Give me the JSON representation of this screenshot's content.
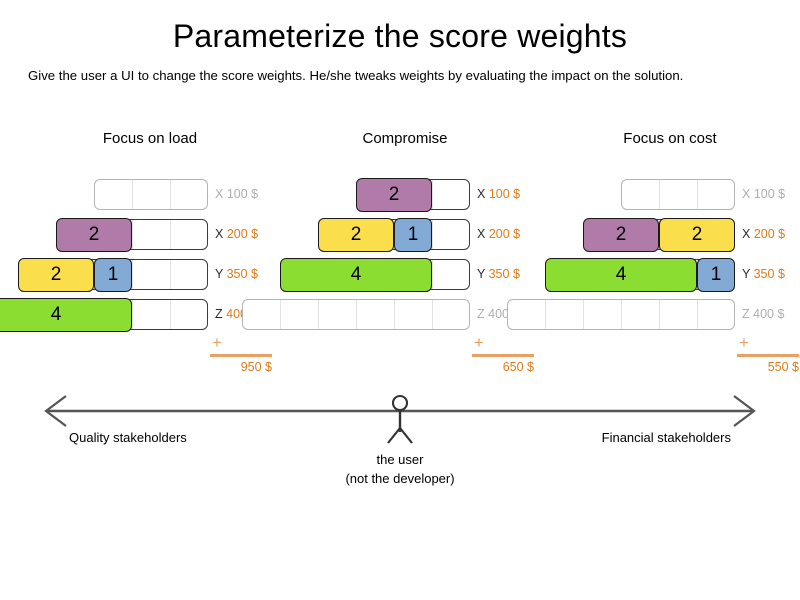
{
  "header": {
    "title": "Parameterize the score weights",
    "subtitle": "Give the user a UI to change the score weights. He/she tweaks weights by evaluating the impact on the solution."
  },
  "colors": {
    "purple": "#b07ba8",
    "yellow": "#fade4b",
    "green": "#8cdd32",
    "blue": "#82aad4",
    "orange_value": "#e07b18",
    "orange_rule": "#e8a063",
    "dim_text": "#aeaeae",
    "track_border": "#3b3b3b",
    "track_border_empty": "#b4b4b4"
  },
  "total_label": {
    "plus": "+"
  },
  "scenarios": [
    {
      "title": "Focus on load",
      "rows": [
        {
          "key": "X",
          "price": "100 $",
          "dim": true,
          "cells": 3,
          "segments": []
        },
        {
          "key": "X",
          "price": "200 $",
          "dim": false,
          "cells": 4,
          "segments": [
            {
              "value": "2",
              "units": 2,
              "color": "purple"
            }
          ]
        },
        {
          "key": "Y",
          "price": "350 $",
          "dim": false,
          "cells": 5,
          "segments": [
            {
              "value": "2",
              "units": 2,
              "color": "yellow"
            },
            {
              "value": "1",
              "units": 1,
              "color": "blue"
            }
          ]
        },
        {
          "key": "Z",
          "price": "400 $",
          "dim": false,
          "cells": 6,
          "segments": [
            {
              "value": "4",
              "units": 4,
              "color": "green"
            }
          ]
        }
      ],
      "total": "950 $"
    },
    {
      "title": "Compromise",
      "rows": [
        {
          "key": "X",
          "price": "100 $",
          "dim": false,
          "cells": 3,
          "segments": [
            {
              "value": "2",
              "units": 2,
              "color": "purple"
            }
          ]
        },
        {
          "key": "X",
          "price": "200 $",
          "dim": false,
          "cells": 4,
          "segments": [
            {
              "value": "2",
              "units": 2,
              "color": "yellow"
            },
            {
              "value": "1",
              "units": 1,
              "color": "blue"
            }
          ]
        },
        {
          "key": "Y",
          "price": "350 $",
          "dim": false,
          "cells": 5,
          "segments": [
            {
              "value": "4",
              "units": 4,
              "color": "green"
            }
          ]
        },
        {
          "key": "Z",
          "price": "400 $",
          "dim": true,
          "cells": 6,
          "segments": []
        }
      ],
      "total": "650 $"
    },
    {
      "title": "Focus on cost",
      "rows": [
        {
          "key": "X",
          "price": "100 $",
          "dim": true,
          "cells": 3,
          "segments": []
        },
        {
          "key": "X",
          "price": "200 $",
          "dim": false,
          "cells": 4,
          "segments": [
            {
              "value": "2",
              "units": 2,
              "color": "purple"
            },
            {
              "value": "2",
              "units": 2,
              "color": "yellow"
            }
          ]
        },
        {
          "key": "Y",
          "price": "350 $",
          "dim": false,
          "cells": 5,
          "segments": [
            {
              "value": "4",
              "units": 4,
              "color": "green"
            },
            {
              "value": "1",
              "units": 1,
              "color": "blue"
            }
          ]
        },
        {
          "key": "Z",
          "price": "400 $",
          "dim": true,
          "cells": 6,
          "segments": []
        }
      ],
      "total": "550 $"
    }
  ],
  "axis": {
    "left_label": "Quality stakeholders",
    "right_label": "Financial stakeholders",
    "user_caption_line1": "the user",
    "user_caption_line2": "(not the developer)"
  }
}
